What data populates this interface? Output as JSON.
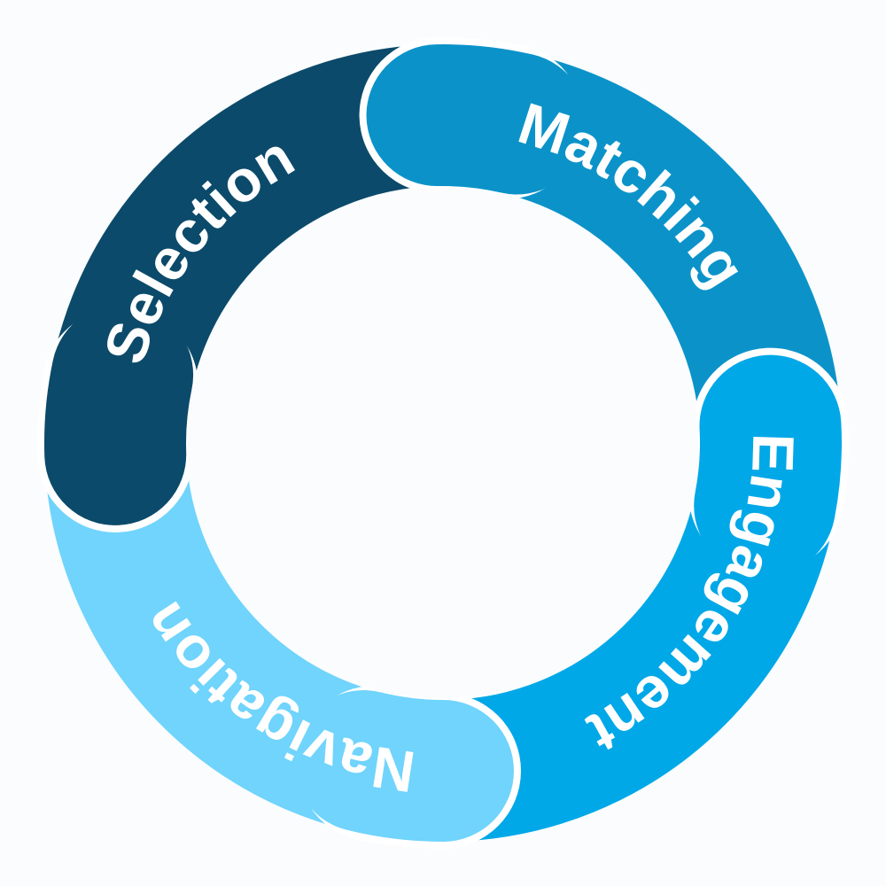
{
  "diagram": {
    "type": "cycle",
    "segments": [
      {
        "label": "Matching",
        "color": "#0b93c9"
      },
      {
        "label": "Engagement",
        "color": "#00a8e8"
      },
      {
        "label": "Navigation",
        "color": "#70d4fc"
      },
      {
        "label": "Selection",
        "color": "#0b4a6a"
      }
    ],
    "background": "#fafcfd",
    "outline": "#ffffff"
  }
}
